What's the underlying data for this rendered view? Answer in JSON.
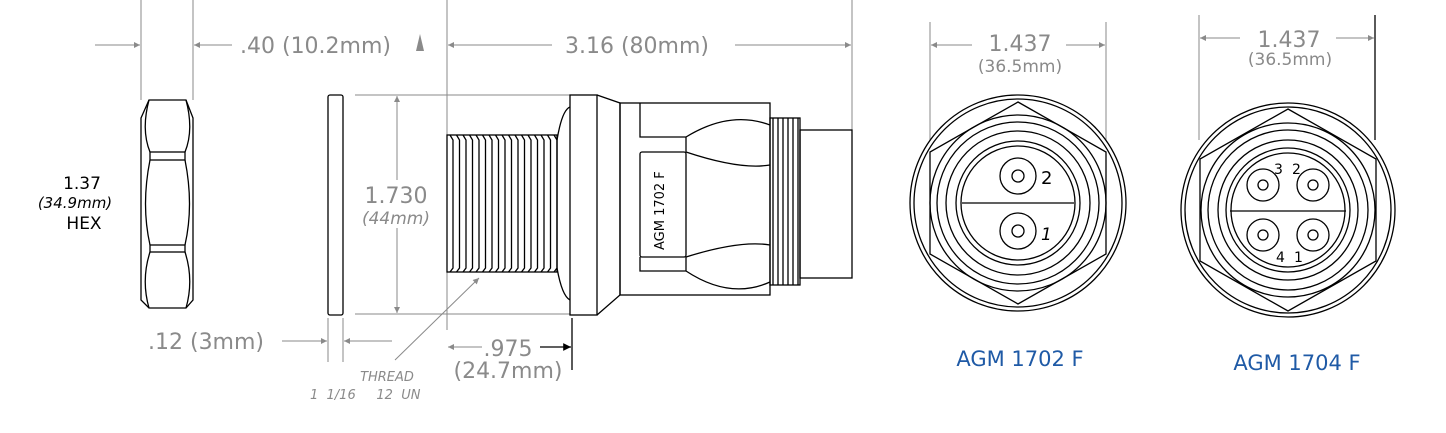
{
  "hex_nut": {
    "size": "1.37",
    "size_mm": "(34.9mm)",
    "label": "HEX",
    "thickness": ".40 (10.2mm)"
  },
  "overall_length": "3.16 (80mm)",
  "washer_thickness": ".12 (3mm)",
  "flange_diameter": {
    "value": "1.730",
    "mm": "(44mm)"
  },
  "thread_length": {
    "value": ".975",
    "mm": "(24.7mm)"
  },
  "thread_spec": {
    "label": "THREAD",
    "spec": "1  1/16     12  UN"
  },
  "body_marking": "AGM  1702  F",
  "front_views": [
    {
      "width": "1.437",
      "width_mm": "(36.5mm)",
      "title": "AGM 1702 F",
      "contacts": [
        "1",
        "2"
      ]
    },
    {
      "width": "1.437",
      "width_mm": "(36.5mm)",
      "title": "AGM 1704 F",
      "contacts": [
        "1",
        "2",
        "3",
        "4"
      ]
    }
  ],
  "colors": {
    "title": "#1f5aa6",
    "dimension": "#8a8a8a"
  }
}
